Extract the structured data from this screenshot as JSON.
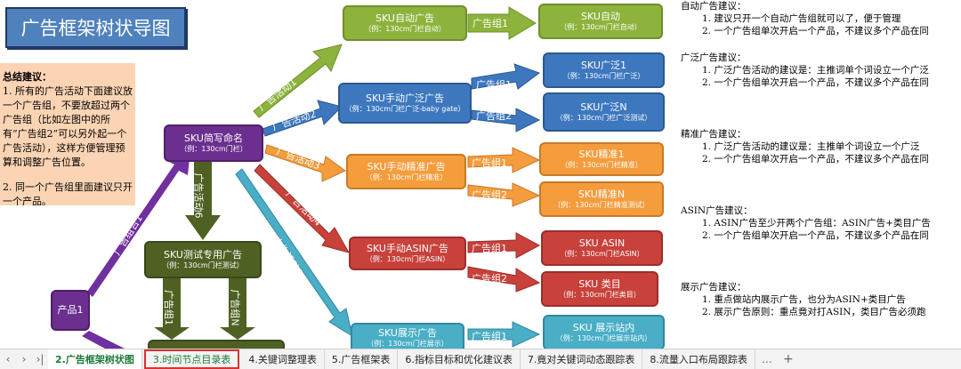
{
  "diagram": {
    "title": "广告框架树状导图",
    "advice": {
      "heading": "总结建议：",
      "p1": "1. 所有的广告活动下面建议放一个广告组，不要放超过两个广告组（比如左图中的所有“广告组2”可以另外起一个广告活动），这样方便管理预算和调整广告位置。",
      "p2": "2. 同一个广告组里面建议只开一个产品。"
    },
    "nodes": {
      "product": "产品1",
      "sku_name": {
        "t": "SKU简写命名",
        "s": "（例：130cm门栏）"
      },
      "sku_test": {
        "t": "SKU测试专用广告",
        "s": "（例：130cm门栏测试）"
      },
      "auto": {
        "t": "SKU自动广告",
        "s": "（例：130cm门栏自动）"
      },
      "auto_leaf": {
        "t": "SKU自动",
        "s": "（例：130cm门栏自动）"
      },
      "broad": {
        "t": "SKU手动广泛广告",
        "s": "（例：130cm门栏广泛-baby gate）"
      },
      "broad1": {
        "t": "SKU广泛1",
        "s": "（例：130cm门栏广泛）"
      },
      "broadN": {
        "t": "SKU广泛N",
        "s": "（例：130cm门栏广泛测试）"
      },
      "exact": {
        "t": "SKU手动精准广告",
        "s": "（例：130cm门栏精准）"
      },
      "exact1": {
        "t": "SKU精准1",
        "s": "（例：130cm门栏精准）"
      },
      "exactN": {
        "t": "SKU精准N",
        "s": "（例：130cm门栏精准测试）"
      },
      "asin": {
        "t": "SKU手动ASIN广告",
        "s": "（例：130cm门栏ASIN）"
      },
      "asin1": {
        "t": "SKU ASIN",
        "s": "（例：130cm门栏ASIN）"
      },
      "cat": {
        "t": "SKU 类目",
        "s": "（例：130cm门栏类目）"
      },
      "display": {
        "t": "SKU展示广告",
        "s": "（例：130cm门栏展示）"
      },
      "display1": {
        "t": "SKU 展示站内",
        "s": "（例：130cm门栏展示站内）"
      }
    },
    "labels": {
      "g1": "广告组1",
      "g2": "广告组2",
      "gN": "广告组N",
      "a1": "广告活动1",
      "a2": "广告活动2",
      "a3": "广告活动3",
      "a4": "广告活动4",
      "a5": "广告活动5",
      "a6": "广告活动6",
      "c1": "广告组合1"
    }
  },
  "notes": {
    "auto": {
      "h": "自动广告建议：",
      "l1": "1. 建议只开一个自动广告组就可以了，便于管理",
      "l2": "2. 一个广告组单次开启一个产品，不建议多个产品在同"
    },
    "broad": {
      "h": "广泛广告建议：",
      "l1": "1. 广泛广告活动的建议是：主推词单个词设立一个广泛",
      "l2": "2. 一个广告组单次开启一个产品，不建议多个产品在同"
    },
    "exact": {
      "h": "精准广告建议：",
      "l1": "1. 广泛广告活动的建议是：主推单个词设立一个广泛",
      "l2": "2. 一个广告组单次开启一个产品，不建议多个产品在同"
    },
    "asin": {
      "h": "ASIN广告建议：",
      "l1": "1. ASIN广告至少开两个广告组：ASIN广告+类目广告",
      "l2": "2. 一个广告组单次开启一个产品，不建议多个产品在同"
    },
    "display": {
      "h": "展示广告建议：",
      "l1": "1. 重点做站内展示广告，也分为ASIN+类目广告",
      "l2": "2. 展示广告原则：重点竟对打ASIN，类目广告必须跑"
    }
  },
  "tabs": {
    "nav_prev": "‹",
    "nav_next": "›",
    "nav_last": "›|",
    "more": "…",
    "add": "+",
    "items": [
      "2.广告框架树状图",
      "3.时间节点目录表",
      "4.关键词整理表",
      "5.广告框架表",
      "6.指标目标和优化建议表",
      "7.竟对关键词动态跟踪表",
      "8.流量入口布局跟踪表"
    ]
  },
  "colors": {
    "green": "#8db33c",
    "blue": "#3d78bf",
    "orange": "#f59c3c",
    "red": "#c8413b",
    "purple": "#6b2f8f",
    "olive": "#4e6123",
    "teal": "#49aec6"
  }
}
